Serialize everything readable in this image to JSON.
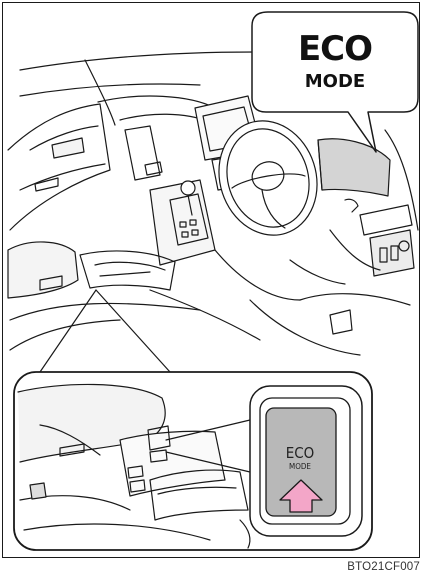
{
  "callout": {
    "line1": "ECO",
    "line2": "MODE"
  },
  "switch_button": {
    "line1": "ECO",
    "line2": "MODE"
  },
  "image_code": "BTO21CF007",
  "colors": {
    "line": "#1a1a1a",
    "console_fill": "#efefef",
    "switch_fill": "#b8b8b8",
    "arrow": "#f3a6c8"
  }
}
